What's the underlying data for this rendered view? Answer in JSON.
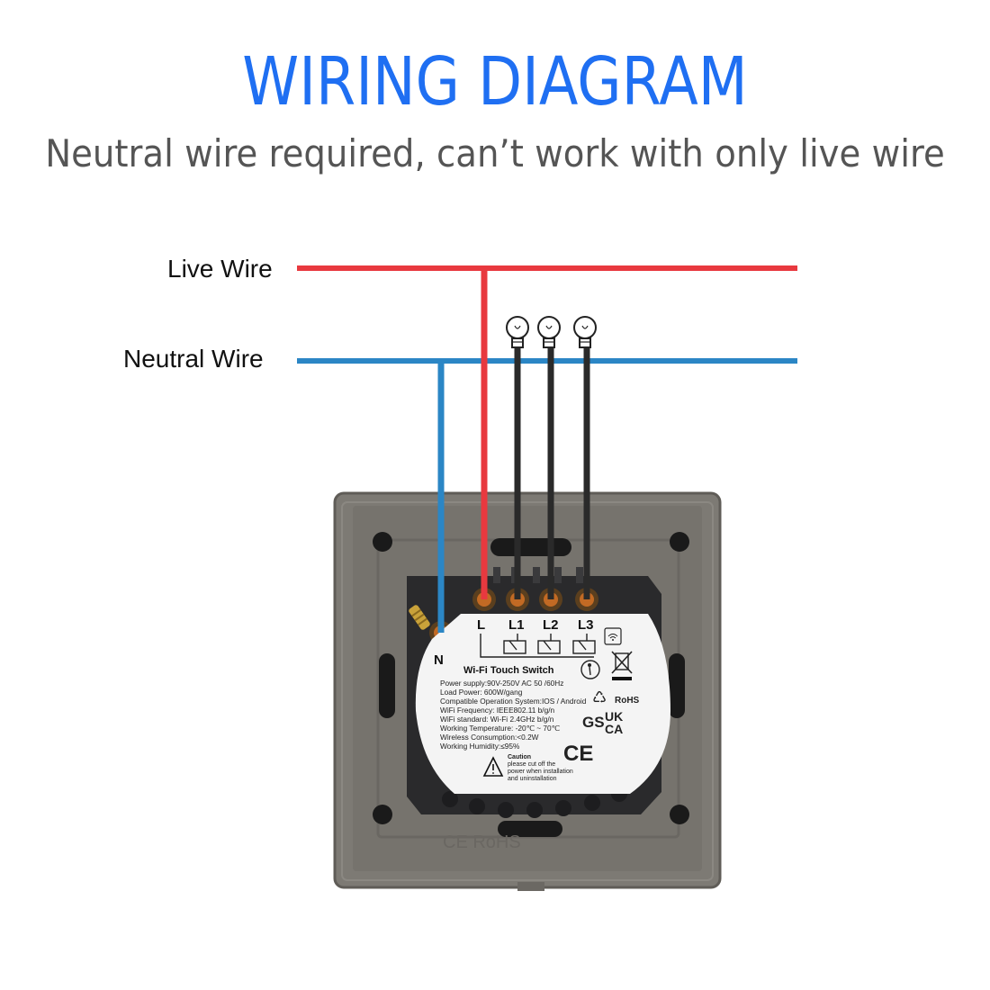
{
  "header": {
    "title": "WIRING DIAGRAM",
    "subtitle": "Neutral wire required, can’t work with only live wire"
  },
  "wires": {
    "live_label": "Live Wire",
    "neutral_label": "Neutral Wire",
    "live_color": "#e8393f",
    "neutral_color": "#2b86c5",
    "load_color": "#2a2a2a"
  },
  "terminals": {
    "n": "N",
    "l": "L",
    "l1": "L1",
    "l2": "L2",
    "l3": "L3"
  },
  "module": {
    "name": "Wi-Fi Touch Switch",
    "specs": [
      "Power supply:90V-250V AC  50 /60Hz",
      "Load Power: 600W/gang",
      "Compatible Operation System:IOS / Android",
      "WiFi Frequency: IEEE802.11 b/g/n",
      "WiFi standard: Wi-Fi 2.4GHz b/g/n",
      "Working Temperature: -20℃ ~ 70℃",
      "Wireless Consumption:<0.2W",
      "Working Humidity:≤95%"
    ],
    "caution_title": "Caution",
    "caution_lines": [
      "please cut off the",
      "power when installation",
      "and uninstallation"
    ],
    "marks": {
      "rohs": "RoHS",
      "gs": "GS",
      "ukca_top": "UK",
      "ukca_bottom": "CA",
      "ce": "CE"
    },
    "plate_emboss": "CE RoHS"
  },
  "colors": {
    "title": "#1f6ff2",
    "plate": "#7d7a74",
    "plate_dark": "#66635e",
    "module_body": "#2a2a2c",
    "label_face": "#f4f4f4"
  }
}
